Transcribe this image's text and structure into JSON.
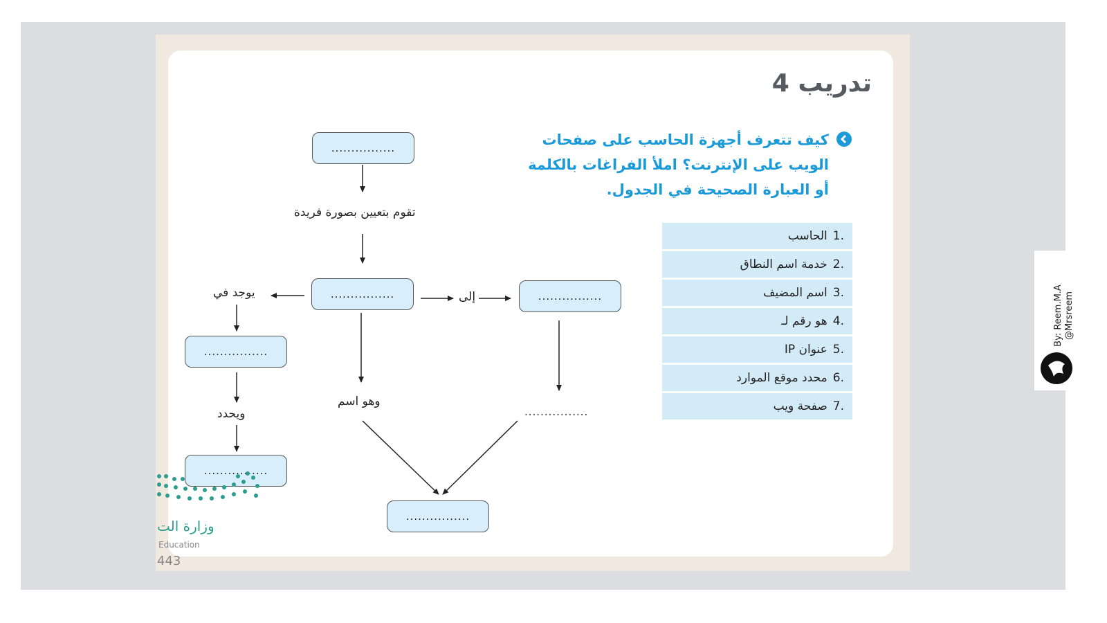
{
  "title": "تدريب 4",
  "question": {
    "lines": [
      "كيف تتعرف أجهزة الحاسب على صفحات",
      "الويب على الإنترنت؟ املأ الفراغات بالكلمة",
      "أو العبارة الصحيحة في الجدول."
    ]
  },
  "table": {
    "rows": [
      {
        "num": ".1",
        "text": "الحاسب"
      },
      {
        "num": ".2",
        "text": "خدمة اسم النطاق"
      },
      {
        "num": ".3",
        "text": "اسم المضيف"
      },
      {
        "num": ".4",
        "text": "هو رقم لـ"
      },
      {
        "num": ".5",
        "text": "عنوان IP"
      },
      {
        "num": ".6",
        "text": "محدد موقع الموارد"
      },
      {
        "num": ".7",
        "text": "صفحة ويب"
      }
    ]
  },
  "diagram": {
    "blank": "................",
    "label_assign": "تقوم بتعيين بصورة فريدة",
    "label_found_in": "يوجد في",
    "label_to": "إلى",
    "label_and_name": "وهو اسم",
    "label_determines": "ويحدد",
    "blank_text": "................"
  },
  "logo": {
    "text": "وزارة الت",
    "sub": "Education",
    "page": "443"
  },
  "credit": {
    "line1": "By: Reem.M.A",
    "line2": "@Mrsreem"
  },
  "colors": {
    "accent": "#1a9ad9",
    "table_row": "#d3eaf7",
    "box_fill": "#d8eefa",
    "logo": "#2a9d8f"
  }
}
